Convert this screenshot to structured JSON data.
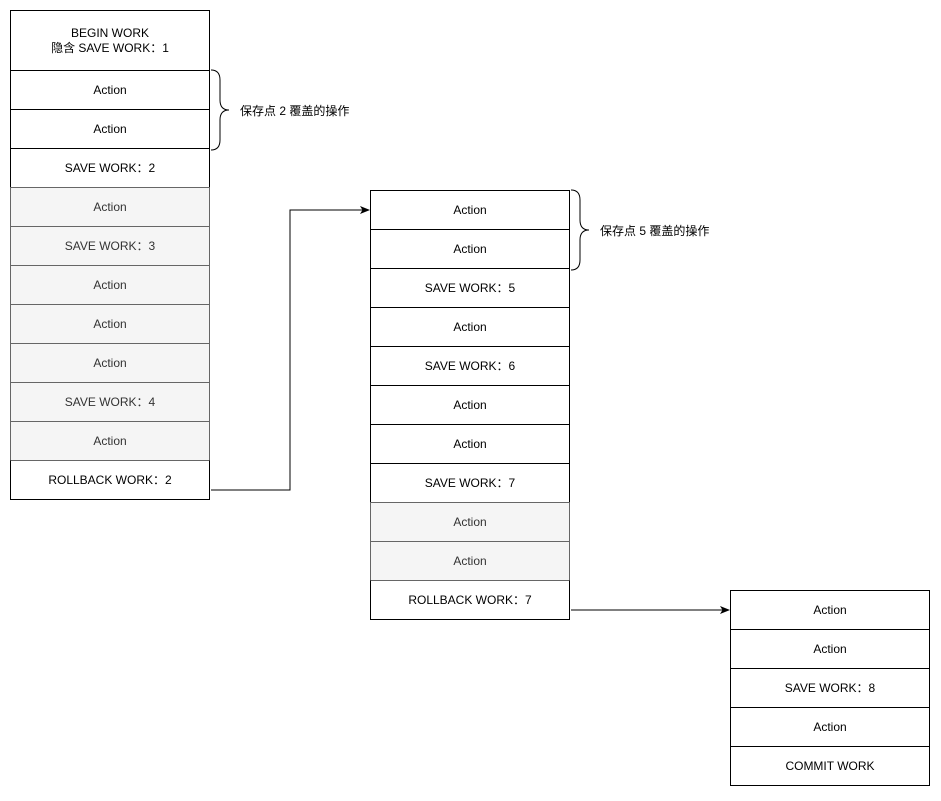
{
  "columns": [
    {
      "blocks": [
        {
          "lines": [
            "BEGIN WORK",
            "隐含 SAVE WORK：1"
          ],
          "style": "normal"
        },
        {
          "lines": [
            "Action"
          ],
          "style": "normal"
        },
        {
          "lines": [
            "Action"
          ],
          "style": "normal"
        },
        {
          "lines": [
            "SAVE WORK：2"
          ],
          "style": "normal"
        },
        {
          "lines": [
            "Action"
          ],
          "style": "grey"
        },
        {
          "lines": [
            "SAVE WORK：3"
          ],
          "style": "grey"
        },
        {
          "lines": [
            "Action"
          ],
          "style": "grey"
        },
        {
          "lines": [
            "Action"
          ],
          "style": "grey"
        },
        {
          "lines": [
            "Action"
          ],
          "style": "grey"
        },
        {
          "lines": [
            "SAVE WORK：4"
          ],
          "style": "grey"
        },
        {
          "lines": [
            "Action"
          ],
          "style": "grey"
        },
        {
          "lines": [
            "ROLLBACK WORK：2"
          ],
          "style": "normal"
        }
      ]
    },
    {
      "blocks": [
        {
          "lines": [
            "Action"
          ],
          "style": "normal"
        },
        {
          "lines": [
            "Action"
          ],
          "style": "normal"
        },
        {
          "lines": [
            "SAVE WORK：5"
          ],
          "style": "normal"
        },
        {
          "lines": [
            "Action"
          ],
          "style": "normal"
        },
        {
          "lines": [
            "SAVE WORK：6"
          ],
          "style": "normal"
        },
        {
          "lines": [
            "Action"
          ],
          "style": "normal"
        },
        {
          "lines": [
            "Action"
          ],
          "style": "normal"
        },
        {
          "lines": [
            "SAVE WORK：7"
          ],
          "style": "normal"
        },
        {
          "lines": [
            "Action"
          ],
          "style": "grey"
        },
        {
          "lines": [
            "Action"
          ],
          "style": "grey"
        },
        {
          "lines": [
            "ROLLBACK WORK：7"
          ],
          "style": "normal"
        }
      ]
    },
    {
      "blocks": [
        {
          "lines": [
            "Action"
          ],
          "style": "normal"
        },
        {
          "lines": [
            "Action"
          ],
          "style": "normal"
        },
        {
          "lines": [
            "SAVE WORK：8"
          ],
          "style": "normal"
        },
        {
          "lines": [
            "Action"
          ],
          "style": "normal"
        },
        {
          "lines": [
            "COMMIT WORK"
          ],
          "style": "normal"
        }
      ]
    }
  ],
  "annotations": {
    "savepoint_2": "保存点 2 覆盖的操作",
    "savepoint_5": "保存点 5 覆盖的操作"
  },
  "colors": {
    "stroke": "#000000",
    "faded_fill": "#f5f5f5",
    "faded_stroke": "#666666",
    "faded_text": "#333333"
  }
}
